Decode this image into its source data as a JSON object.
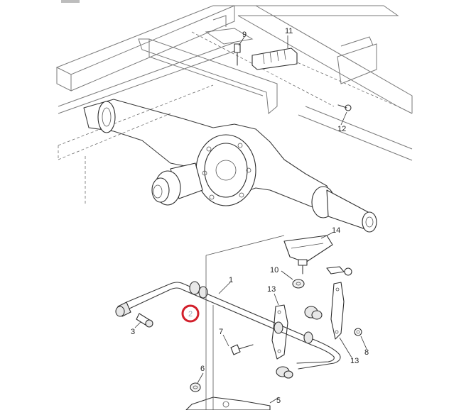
{
  "callouts": {
    "c1": "1",
    "c2": "2",
    "c3": "3",
    "c5": "5",
    "c6": "6",
    "c7": "7",
    "c8": "8",
    "c9": "9",
    "c10": "10",
    "c11": "11",
    "c12": "12",
    "c13a": "13",
    "c13b": "13",
    "c14": "14"
  },
  "highlight": {
    "part": "2",
    "color": "#d21f2b"
  },
  "colors": {
    "line": "#3a3a3a",
    "frame": "#7a7a7a"
  }
}
